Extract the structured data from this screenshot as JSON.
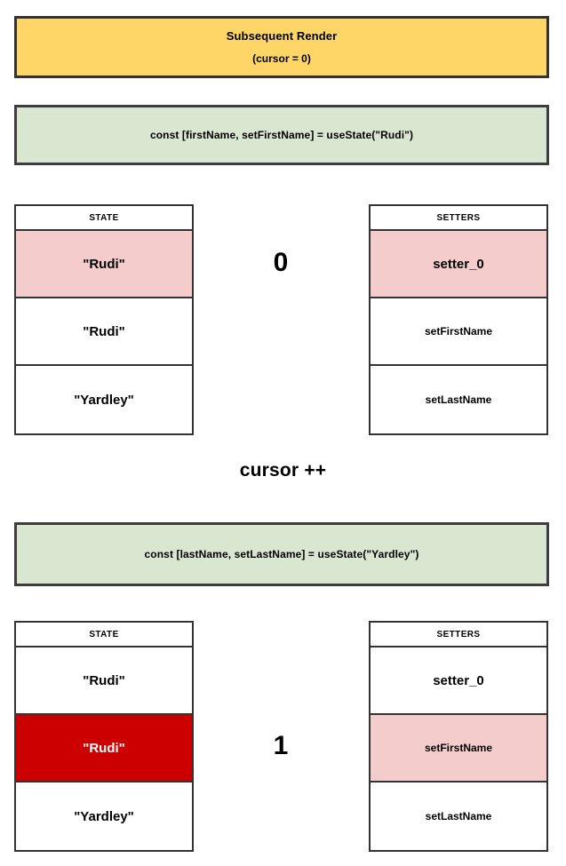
{
  "render_banner": {
    "title": "Subsequent Render",
    "cursor_line": "(cursor = 0)",
    "background_color": "#fdd667",
    "border_color": "#333333"
  },
  "code_boxes": {
    "first_name": "const [firstName, setFirstName] = useState(\"Rudi\")",
    "last_name": "const [lastName, setLastName] = useState(\"Yardley\")",
    "background_color": "#d9e7d0"
  },
  "cursor_increment_label": "cursor ++",
  "colors": {
    "highlight_pink": "#f4cccc",
    "highlight_red": "#cc0000",
    "border": "#333333"
  },
  "stage_one": {
    "cursor_value": "0",
    "state_table": {
      "header": "STATE",
      "rows": [
        {
          "value": "\"Rudi\"",
          "highlight": "pink"
        },
        {
          "value": "\"Rudi\"",
          "highlight": "none"
        },
        {
          "value": "\"Yardley\"",
          "highlight": "none"
        }
      ]
    },
    "setters_table": {
      "header": "SETTERS",
      "rows": [
        {
          "value": "setter_0",
          "highlight": "pink"
        },
        {
          "value": "setFirstName",
          "highlight": "none"
        },
        {
          "value": "setLastName",
          "highlight": "none"
        }
      ]
    }
  },
  "stage_two": {
    "cursor_value": "1",
    "state_table": {
      "header": "STATE",
      "rows": [
        {
          "value": "\"Rudi\"",
          "highlight": "none"
        },
        {
          "value": "\"Rudi\"",
          "highlight": "red"
        },
        {
          "value": "\"Yardley\"",
          "highlight": "none"
        }
      ]
    },
    "setters_table": {
      "header": "SETTERS",
      "rows": [
        {
          "value": "setter_0",
          "highlight": "none"
        },
        {
          "value": "setFirstName",
          "highlight": "pink"
        },
        {
          "value": "setLastName",
          "highlight": "none"
        }
      ]
    }
  }
}
